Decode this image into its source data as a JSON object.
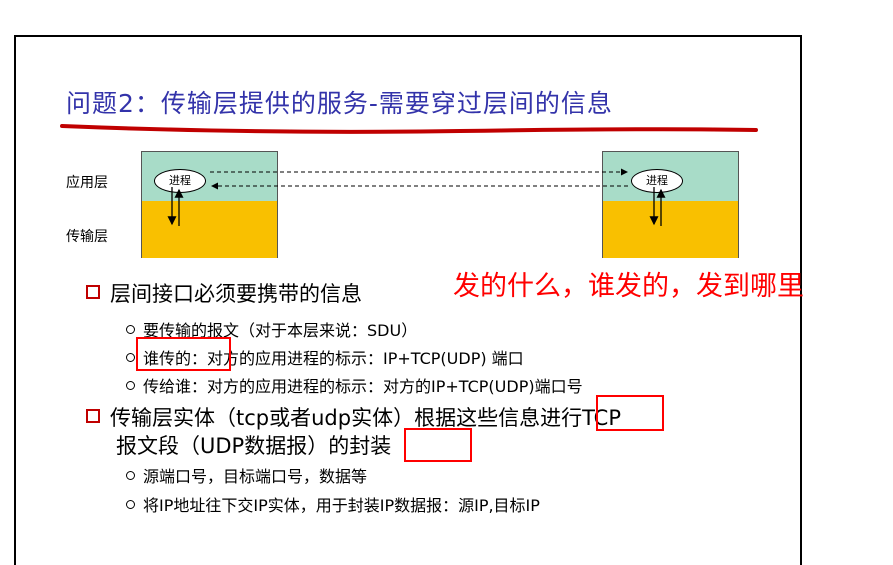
{
  "slide": {
    "title": "问题2：传输层提供的服务-需要穿过层间的信息",
    "layers": {
      "app": "应用层",
      "transport": "传输层"
    },
    "process_label": "进程",
    "annotation": "发的什么，谁发的，发到哪里",
    "bullets": [
      {
        "text": "层间接口必须要携带的信息",
        "sub": [
          "要传输的报文（对于本层来说：SDU）",
          "谁传的：对方的应用进程的标示：IP+TCP(UDP) 端口",
          "传给谁：对方的应用进程的标示：对方的IP+TCP(UDP)端口号"
        ]
      },
      {
        "text_line1": "传输层实体（tcp或者udp实体）根据这些信息进行TCP",
        "text_line2": "报文段（UDP数据报）的封装",
        "sub": [
          "源端口号，目标端口号，数据等",
          "将IP地址往下交IP实体，用于封装IP数据报：源IP,目标IP"
        ]
      }
    ]
  },
  "colors": {
    "title": "#3333aa",
    "underline": "#c00000",
    "app_layer": "#a8dcc8",
    "transport_layer": "#f9c000",
    "annotation": "#ff0000"
  }
}
